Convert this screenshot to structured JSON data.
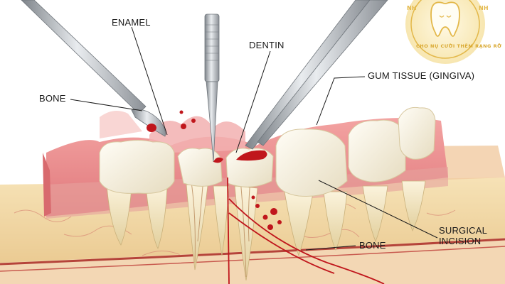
{
  "labels": {
    "enamel": "ENAMEL",
    "dentin": "DENTIN",
    "bone_left": "BONE",
    "gum_tissue": "GUM TISSUE (GINGIVA)",
    "surgical_incision": "SURGICAL\nINCISION",
    "bone_lower": "BONE"
  },
  "logo": {
    "arc_text": "CHO NỤ CƯỜI THÊM RẠNG RỠ",
    "top_left": "NH",
    "top_right": "NH"
  },
  "colors": {
    "enamel": "#f4eedd",
    "gum": "#e9868a",
    "bone": "#f1d9a8",
    "blood": "#c0161c",
    "steel": "#a9adb2",
    "logo_gold": "#e3b84a"
  }
}
